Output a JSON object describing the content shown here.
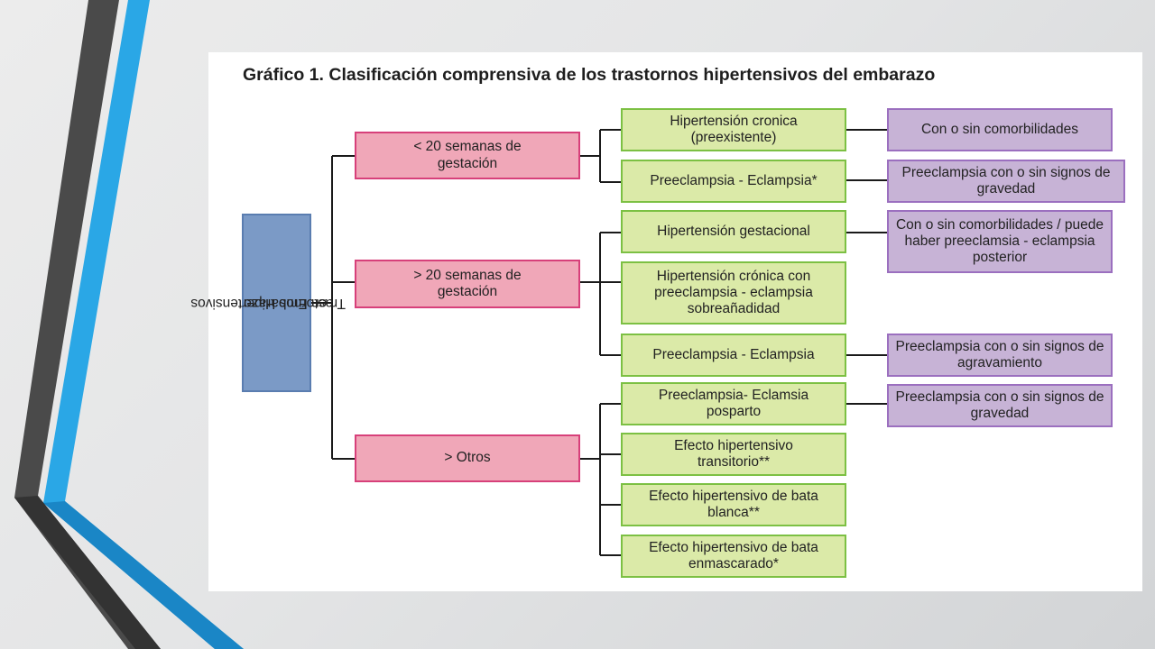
{
  "title": "Gráfico 1. Clasificación comprensiva de los trastornos hipertensivos del embarazo",
  "colors": {
    "root_fill": "#7b9ac6",
    "category_fill": "#f0a7b8",
    "category_border": "#d7407a",
    "condition_fill": "#dbeaa8",
    "condition_border": "#7cc043",
    "detail_fill": "#c7b3d6",
    "detail_border": "#9b6fbf"
  },
  "root": {
    "line1": "Trastornos Hipertensivos",
    "line2": "en Embarazo"
  },
  "categories": [
    {
      "label": "< 20 semanas de gestación"
    },
    {
      "label": "> 20 semanas de gestación"
    },
    {
      "label": "> Otros"
    }
  ],
  "conditions": [
    {
      "label": "Hipertensión cronica (preexistente)"
    },
    {
      "label": "Preeclampsia - Eclampsia*"
    },
    {
      "label": "Hipertensión gestacional"
    },
    {
      "label": "Hipertensión crónica con preeclampsia - eclampsia sobreañadidad"
    },
    {
      "label": "Preeclampsia - Eclampsia"
    },
    {
      "label": "Preeclampsia- Eclamsia posparto"
    },
    {
      "label": "Efecto hipertensivo transitorio**"
    },
    {
      "label": "Efecto hipertensivo de bata blanca**"
    },
    {
      "label": "Efecto hipertensivo de bata enmascarado*"
    }
  ],
  "details": [
    {
      "label": "Con o sin comorbilidades"
    },
    {
      "label": "Preeclampsia con o sin signos de gravedad"
    },
    {
      "label": "Con o sin comorbilidades / puede haber preeclamsia - eclampsia posterior"
    },
    {
      "label": "Preeclampsia con o sin signos de agravamiento"
    },
    {
      "label": "Preeclampsia con o sin signos de gravedad"
    }
  ]
}
